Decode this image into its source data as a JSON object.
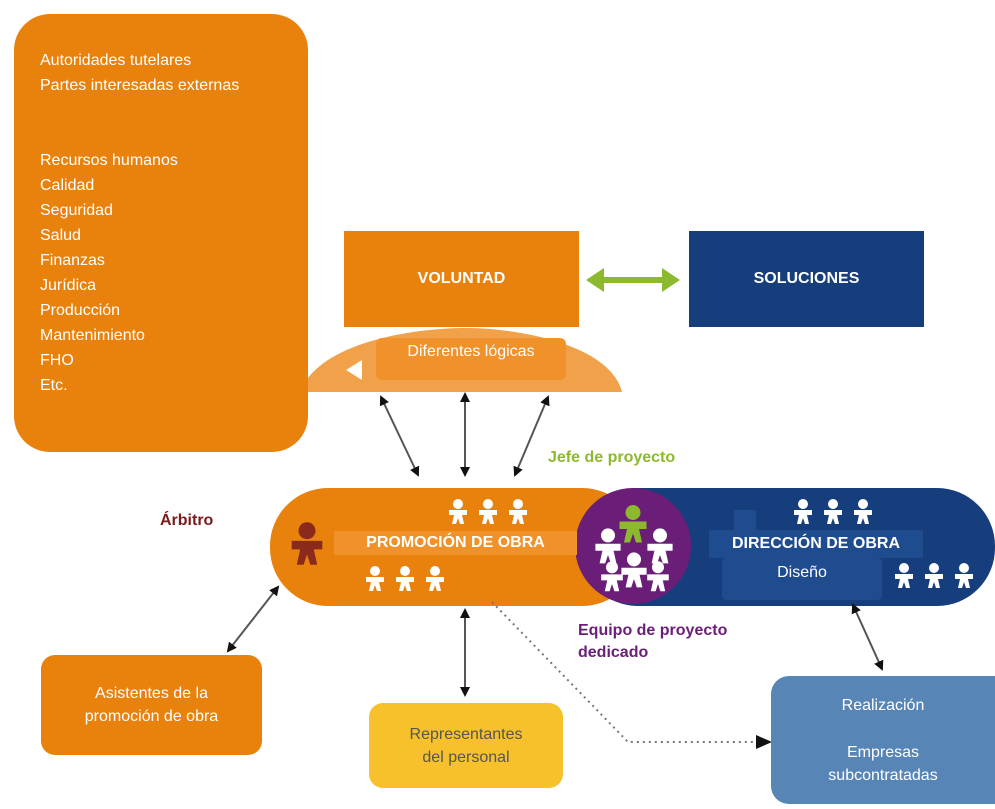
{
  "stakeholders": {
    "group1": [
      "Autoridades tutelares",
      "Partes interesadas externas"
    ],
    "group2": [
      "Recursos humanos",
      "Calidad",
      "Seguridad",
      "Salud",
      "Finanzas",
      "Jurídica",
      "Producción",
      "Mantenimiento",
      "FHO",
      "Etc."
    ]
  },
  "voluntad": "VOLUNTAD",
  "soluciones": "SOLUCIONES",
  "logicas": "Diferentes lógicas",
  "jefe": "Jefe de proyecto",
  "arbitro": "Árbitro",
  "promocion": "PROMOCIÓN DE OBRA",
  "direccion": "DIRECCIÓN DE OBRA",
  "diseno": "Diseño",
  "equipo": [
    "Equipo de proyecto",
    "dedicado"
  ],
  "asistentes": [
    "Asistentes de la",
    "promoción de obra"
  ],
  "representantes": [
    "Representantes",
    "del personal"
  ],
  "realizacion": {
    "title": "Realización",
    "sub": [
      "Empresas",
      "subcontratadas"
    ]
  },
  "colors": {
    "orange": "#E8820C",
    "navy": "#163E7D",
    "green": "#8DB92E",
    "purple": "#6A1E78",
    "maroon": "#7A1A1A",
    "yellow": "#F6C12A",
    "steel_blue": "#5786B6"
  }
}
